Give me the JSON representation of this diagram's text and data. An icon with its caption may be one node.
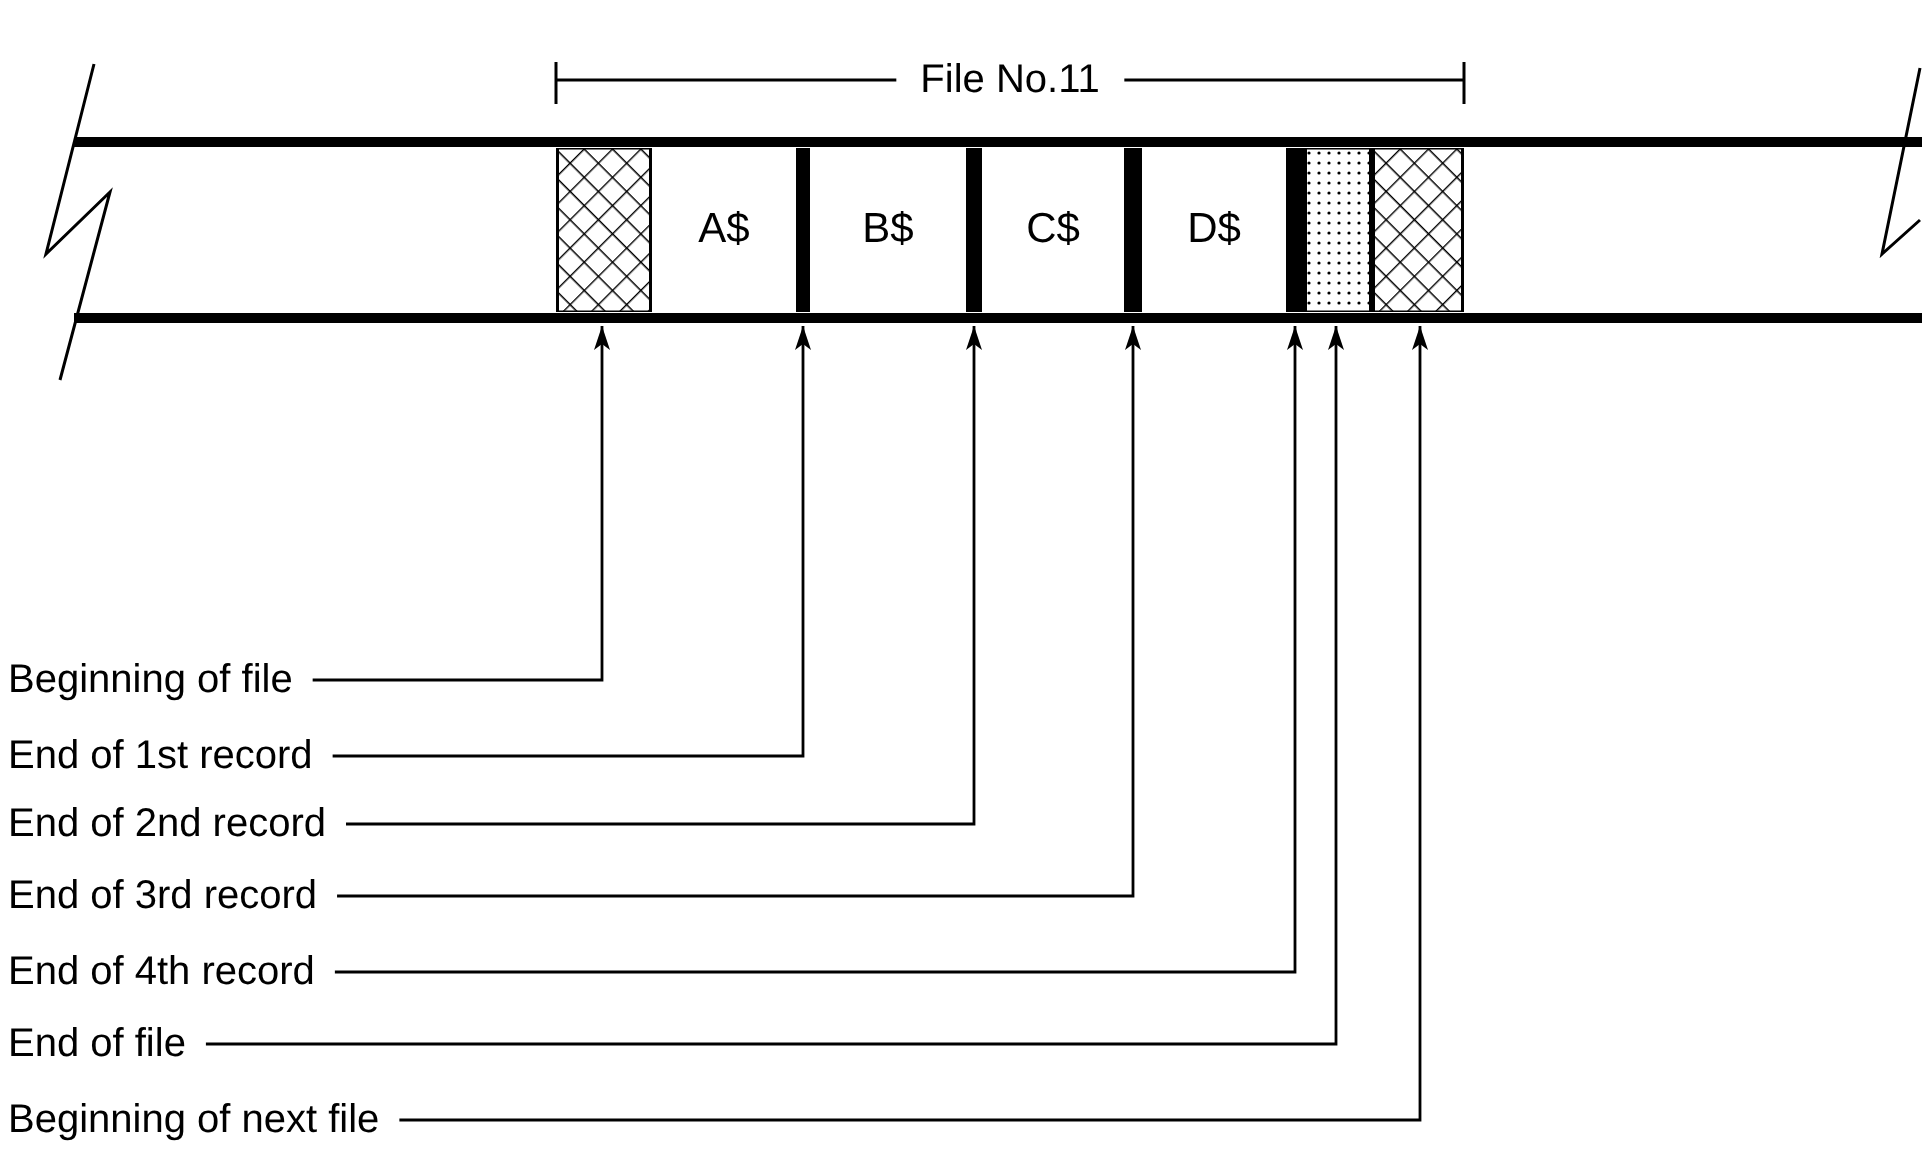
{
  "diagram": {
    "nodes": [
      {
        "text": [],
        "shape": "box"
      },
      {
        "text": [
          "A$"
        ]
      },
      {
        "text": [],
        "shape": "bar"
      },
      {
        "text": [
          "B$"
        ]
      },
      {
        "text": [],
        "shape": "bar"
      },
      {
        "text": [
          "C$"
        ]
      },
      {
        "text": [],
        "shape": "bar"
      },
      {
        "text": [
          "D$"
        ]
      },
      {
        "text": [],
        "shape": "bar"
      },
      {
        "text": [],
        "shape": "box"
      },
      {
        "text": [],
        "shape": "box"
      },
      {
        "text": [
          "Beginning of file"
        ]
      },
      {
        "text": [
          "End of 1st record"
        ]
      },
      {
        "text": [
          "End of 2nd record"
        ]
      },
      {
        "text": [
          "End of 3rd record"
        ]
      },
      {
        "text": [
          "End of 4th record"
        ]
      },
      {
        "text": [
          "End of file"
        ]
      },
      {
        "text": [
          "Beginning of next file"
        ]
      }
    ],
    "edges": [
      {
        "from": 11,
        "to": 0,
        "arrow": "to"
      },
      {
        "from": 12,
        "to": 2,
        "arrow": "to"
      },
      {
        "from": 13,
        "to": 4,
        "arrow": "to"
      },
      {
        "from": 14,
        "to": 6,
        "arrow": "to"
      },
      {
        "from": 15,
        "to": 8,
        "arrow": "to"
      },
      {
        "from": 16,
        "to": 9,
        "arrow": "to"
      },
      {
        "from": 17,
        "to": 10,
        "arrow": "to"
      }
    ],
    "labels": [
      "File No.11"
    ]
  }
}
